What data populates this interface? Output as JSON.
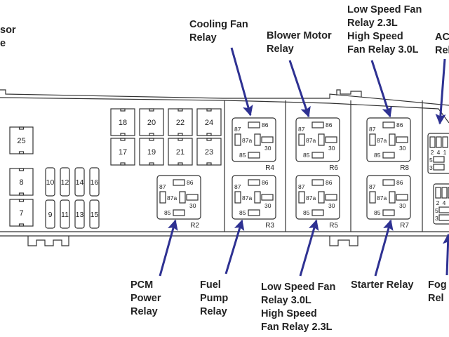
{
  "colors": {
    "arrow": "#2e3192",
    "outline": "#333333",
    "text": "#222222"
  },
  "callouts": {
    "compressor_cut": [
      "sor",
      "e"
    ],
    "cooling_fan": [
      "Cooling Fan",
      "Relay"
    ],
    "blower_motor": [
      "Blower Motor",
      "Relay"
    ],
    "low_speed_23": [
      "Low Speed Fan",
      "Relay 2.3L",
      "High Speed",
      "Fan Relay 3.0L"
    ],
    "ac_cut": [
      "AC",
      "Rel"
    ],
    "pcm_power": [
      "PCM",
      "Power",
      "Relay"
    ],
    "fuel_pump": [
      "Fuel",
      "Pump",
      "Relay"
    ],
    "low_speed_30": [
      "Low Speed Fan",
      "Relay 3.0L",
      "High Speed",
      "Fan Relay 2.3L"
    ],
    "starter": [
      "Starter Relay"
    ],
    "fog_cut": [
      "Fog",
      "Rel"
    ]
  },
  "fuses": {
    "large": [
      "25",
      "8",
      "7",
      "18",
      "20",
      "22",
      "24",
      "17",
      "19",
      "21",
      "23"
    ],
    "small": [
      "10",
      "12",
      "14",
      "16",
      "9",
      "11",
      "13",
      "15"
    ]
  },
  "relays": [
    "R2",
    "R4",
    "R3",
    "R6",
    "R5",
    "R8",
    "R7"
  ],
  "relay_pins": {
    "p86": "86",
    "p87": "87",
    "p87a": "87a",
    "p30": "30",
    "p85": "85"
  },
  "mini_relay_pins": [
    "2",
    "4",
    "1",
    "5",
    "3"
  ]
}
